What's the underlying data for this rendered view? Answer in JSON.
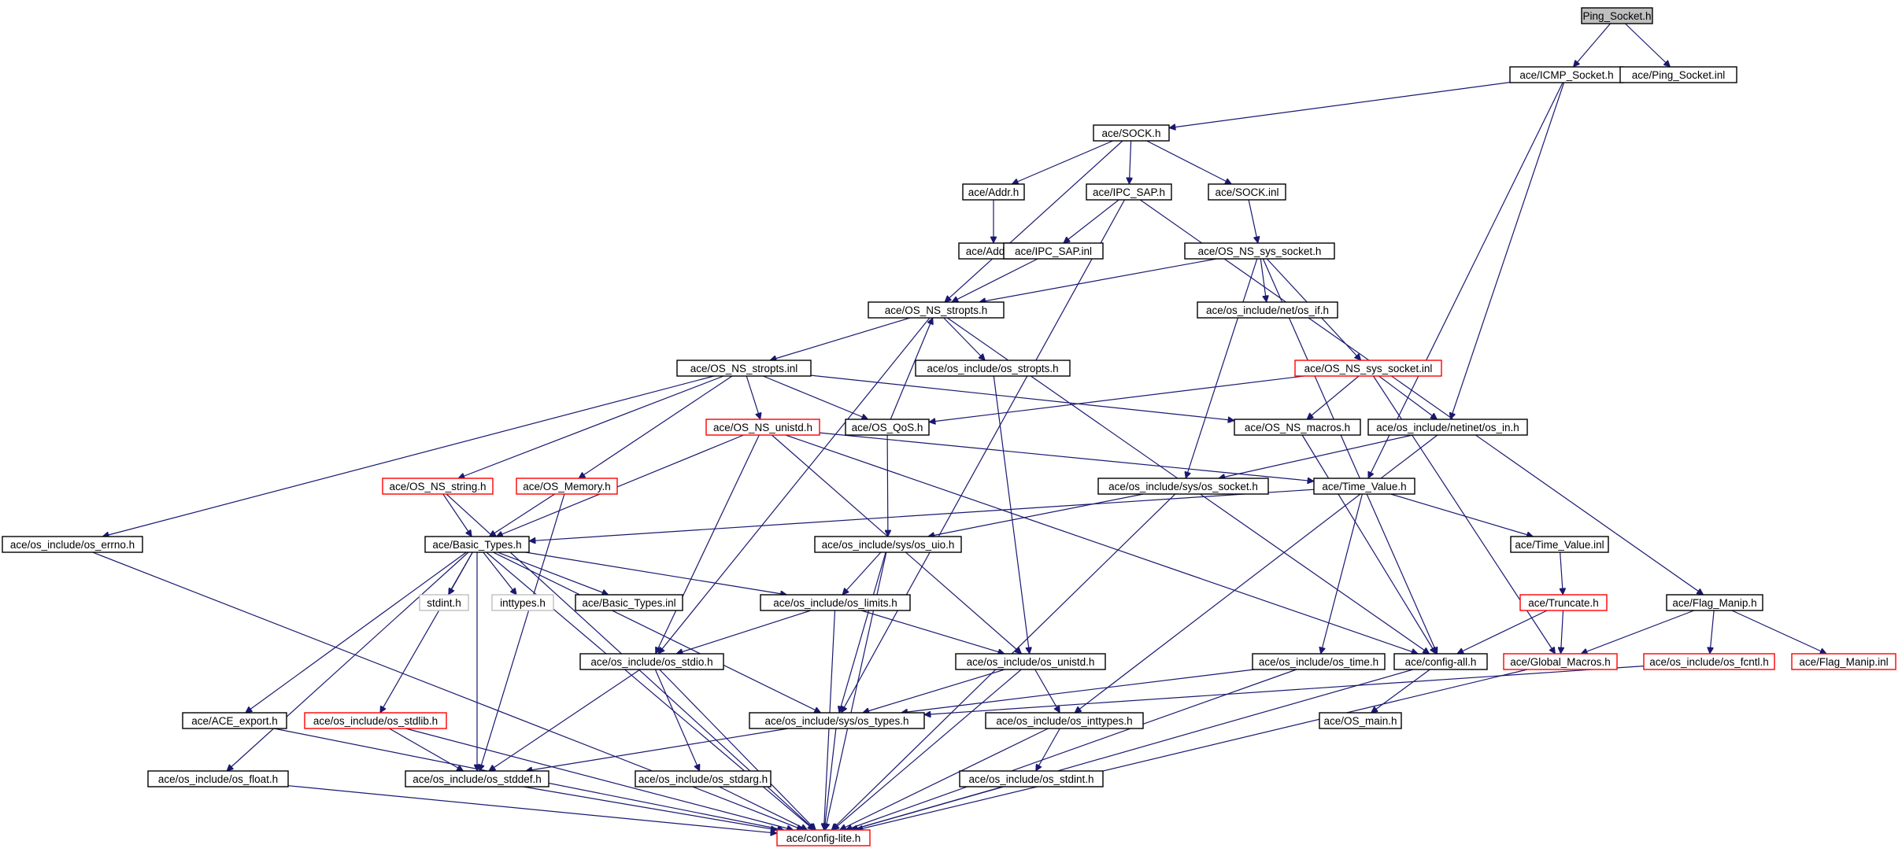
{
  "diagram": {
    "nodes": [
      {
        "id": "ping_h",
        "label": "Ping_Socket.h",
        "style": "root"
      },
      {
        "id": "icmp_h",
        "label": "ace/ICMP_Socket.h",
        "style": "normal"
      },
      {
        "id": "ping_inl",
        "label": "ace/Ping_Socket.inl",
        "style": "normal"
      },
      {
        "id": "sock_h",
        "label": "ace/SOCK.h",
        "style": "normal"
      },
      {
        "id": "addr_h",
        "label": "ace/Addr.h",
        "style": "normal"
      },
      {
        "id": "ipc_h",
        "label": "ace/IPC_SAP.h",
        "style": "normal"
      },
      {
        "id": "sock_inl",
        "label": "ace/SOCK.inl",
        "style": "normal"
      },
      {
        "id": "addr_inl",
        "label": "ace/Addr.inl",
        "style": "normal"
      },
      {
        "id": "ipc_inl",
        "label": "ace/IPC_SAP.inl",
        "style": "normal"
      },
      {
        "id": "nssock_h",
        "label": "ace/OS_NS_sys_socket.h",
        "style": "normal"
      },
      {
        "id": "stropts_h",
        "label": "ace/OS_NS_stropts.h",
        "style": "normal"
      },
      {
        "id": "netif_h",
        "label": "ace/os_include/net/os_if.h",
        "style": "normal"
      },
      {
        "id": "stropts_inl",
        "label": "ace/OS_NS_stropts.inl",
        "style": "normal"
      },
      {
        "id": "osstropts_h",
        "label": "ace/os_include/os_stropts.h",
        "style": "normal"
      },
      {
        "id": "nssock_inl",
        "label": "ace/OS_NS_sys_socket.inl",
        "style": "red"
      },
      {
        "id": "unistd_h",
        "label": "ace/OS_NS_unistd.h",
        "style": "red"
      },
      {
        "id": "qos_h",
        "label": "ace/OS_QoS.h",
        "style": "normal"
      },
      {
        "id": "macros_h",
        "label": "ace/OS_NS_macros.h",
        "style": "normal"
      },
      {
        "id": "netin_h",
        "label": "ace/os_include/netinet/os_in.h",
        "style": "normal"
      },
      {
        "id": "string_h",
        "label": "ace/OS_NS_string.h",
        "style": "red"
      },
      {
        "id": "memory_h",
        "label": "ace/OS_Memory.h",
        "style": "red"
      },
      {
        "id": "syssock_h",
        "label": "ace/os_include/sys/os_socket.h",
        "style": "normal"
      },
      {
        "id": "tv_h",
        "label": "ace/Time_Value.h",
        "style": "normal"
      },
      {
        "id": "errno_h",
        "label": "ace/os_include/os_errno.h",
        "style": "normal"
      },
      {
        "id": "bt_h",
        "label": "ace/Basic_Types.h",
        "style": "normal"
      },
      {
        "id": "uio_h",
        "label": "ace/os_include/sys/os_uio.h",
        "style": "normal"
      },
      {
        "id": "tv_inl",
        "label": "ace/Time_Value.inl",
        "style": "normal"
      },
      {
        "id": "stdint_plain",
        "label": "stdint.h",
        "style": "gray"
      },
      {
        "id": "inttypes_plain",
        "label": "inttypes.h",
        "style": "gray"
      },
      {
        "id": "bt_inl",
        "label": "ace/Basic_Types.inl",
        "style": "normal"
      },
      {
        "id": "limits_h",
        "label": "ace/os_include/os_limits.h",
        "style": "normal"
      },
      {
        "id": "trunc_h",
        "label": "ace/Truncate.h",
        "style": "red"
      },
      {
        "id": "flag_h",
        "label": "ace/Flag_Manip.h",
        "style": "normal"
      },
      {
        "id": "stdio_h",
        "label": "ace/os_include/os_stdio.h",
        "style": "normal"
      },
      {
        "id": "osunistd_h",
        "label": "ace/os_include/os_unistd.h",
        "style": "normal"
      },
      {
        "id": "time_h",
        "label": "ace/os_include/os_time.h",
        "style": "normal"
      },
      {
        "id": "cfgall_h",
        "label": "ace/config-all.h",
        "style": "normal"
      },
      {
        "id": "gm_h",
        "label": "ace/Global_Macros.h",
        "style": "red"
      },
      {
        "id": "fcntl_h",
        "label": "ace/os_include/os_fcntl.h",
        "style": "red"
      },
      {
        "id": "flag_inl",
        "label": "ace/Flag_Manip.inl",
        "style": "red"
      },
      {
        "id": "export_h",
        "label": "ace/ACE_export.h",
        "style": "normal"
      },
      {
        "id": "stdlib_h",
        "label": "ace/os_include/os_stdlib.h",
        "style": "red"
      },
      {
        "id": "types_h",
        "label": "ace/os_include/sys/os_types.h",
        "style": "normal"
      },
      {
        "id": "inttypes_h",
        "label": "ace/os_include/os_inttypes.h",
        "style": "normal"
      },
      {
        "id": "main_h",
        "label": "ace/OS_main.h",
        "style": "normal"
      },
      {
        "id": "float_h",
        "label": "ace/os_include/os_float.h",
        "style": "normal"
      },
      {
        "id": "stddef_h",
        "label": "ace/os_include/os_stddef.h",
        "style": "normal"
      },
      {
        "id": "stdarg_h",
        "label": "ace/os_include/os_stdarg.h",
        "style": "normal"
      },
      {
        "id": "osstdint_h",
        "label": "ace/os_include/os_stdint.h",
        "style": "normal"
      },
      {
        "id": "cfglite_h",
        "label": "ace/config-lite.h",
        "style": "red"
      }
    ],
    "edges": [
      [
        "ping_h",
        "icmp_h"
      ],
      [
        "ping_h",
        "ping_inl"
      ],
      [
        "icmp_h",
        "sock_h"
      ],
      [
        "icmp_h",
        "netin_h"
      ],
      [
        "icmp_h",
        "tv_h"
      ],
      [
        "sock_h",
        "addr_h"
      ],
      [
        "sock_h",
        "ipc_h"
      ],
      [
        "sock_h",
        "sock_inl"
      ],
      [
        "sock_h",
        "stropts_h"
      ],
      [
        "addr_h",
        "addr_inl"
      ],
      [
        "ipc_h",
        "ipc_inl"
      ],
      [
        "ipc_h",
        "flag_h"
      ],
      [
        "ipc_h",
        "types_h"
      ],
      [
        "ipc_inl",
        "stropts_h"
      ],
      [
        "sock_inl",
        "nssock_h"
      ],
      [
        "nssock_h",
        "stropts_h"
      ],
      [
        "nssock_h",
        "netif_h"
      ],
      [
        "nssock_h",
        "nssock_inl"
      ],
      [
        "nssock_h",
        "syssock_h"
      ],
      [
        "nssock_h",
        "cfgall_h"
      ],
      [
        "stropts_h",
        "stropts_inl"
      ],
      [
        "stropts_h",
        "osstropts_h"
      ],
      [
        "stropts_h",
        "stdio_h"
      ],
      [
        "stropts_h",
        "cfgall_h"
      ],
      [
        "stropts_inl",
        "errno_h"
      ],
      [
        "stropts_inl",
        "string_h"
      ],
      [
        "stropts_inl",
        "memory_h"
      ],
      [
        "stropts_inl",
        "unistd_h"
      ],
      [
        "stropts_inl",
        "qos_h"
      ],
      [
        "stropts_inl",
        "macros_h"
      ],
      [
        "osstropts_h",
        "osunistd_h"
      ],
      [
        "nssock_inl",
        "qos_h"
      ],
      [
        "nssock_inl",
        "macros_h"
      ],
      [
        "nssock_inl",
        "netin_h"
      ],
      [
        "nssock_inl",
        "gm_h"
      ],
      [
        "qos_h",
        "stropts_h"
      ],
      [
        "qos_h",
        "uio_h"
      ],
      [
        "unistd_h",
        "bt_h"
      ],
      [
        "unistd_h",
        "tv_h"
      ],
      [
        "unistd_h",
        "stdio_h"
      ],
      [
        "unistd_h",
        "osunistd_h"
      ],
      [
        "unistd_h",
        "cfgall_h"
      ],
      [
        "macros_h",
        "cfgall_h"
      ],
      [
        "netin_h",
        "syssock_h"
      ],
      [
        "netin_h",
        "inttypes_h"
      ],
      [
        "string_h",
        "bt_h"
      ],
      [
        "string_h",
        "cfglite_h"
      ],
      [
        "memory_h",
        "bt_h"
      ],
      [
        "memory_h",
        "stddef_h"
      ],
      [
        "syssock_h",
        "uio_h"
      ],
      [
        "syssock_h",
        "cfglite_h"
      ],
      [
        "tv_h",
        "bt_h"
      ],
      [
        "tv_h",
        "tv_inl"
      ],
      [
        "tv_h",
        "time_h"
      ],
      [
        "tv_inl",
        "trunc_h"
      ],
      [
        "errno_h",
        "cfglite_h"
      ],
      [
        "bt_h",
        "stdint_plain"
      ],
      [
        "bt_h",
        "inttypes_plain"
      ],
      [
        "bt_h",
        "bt_inl"
      ],
      [
        "bt_h",
        "limits_h"
      ],
      [
        "bt_h",
        "types_h"
      ],
      [
        "bt_h",
        "export_h"
      ],
      [
        "bt_h",
        "stdlib_h"
      ],
      [
        "bt_h",
        "float_h"
      ],
      [
        "bt_h",
        "stddef_h"
      ],
      [
        "bt_h",
        "cfglite_h"
      ],
      [
        "uio_h",
        "limits_h"
      ],
      [
        "uio_h",
        "types_h"
      ],
      [
        "uio_h",
        "cfglite_h"
      ],
      [
        "limits_h",
        "stdio_h"
      ],
      [
        "limits_h",
        "osunistd_h"
      ],
      [
        "limits_h",
        "cfglite_h"
      ],
      [
        "trunc_h",
        "cfgall_h"
      ],
      [
        "trunc_h",
        "gm_h"
      ],
      [
        "flag_h",
        "gm_h"
      ],
      [
        "flag_h",
        "fcntl_h"
      ],
      [
        "flag_h",
        "flag_inl"
      ],
      [
        "stdio_h",
        "stddef_h"
      ],
      [
        "stdio_h",
        "stdarg_h"
      ],
      [
        "stdio_h",
        "cfglite_h"
      ],
      [
        "osunistd_h",
        "types_h"
      ],
      [
        "osunistd_h",
        "inttypes_h"
      ],
      [
        "osunistd_h",
        "cfglite_h"
      ],
      [
        "time_h",
        "types_h"
      ],
      [
        "time_h",
        "cfglite_h"
      ],
      [
        "cfgall_h",
        "main_h"
      ],
      [
        "cfgall_h",
        "cfglite_h"
      ],
      [
        "gm_h",
        "cfglite_h"
      ],
      [
        "fcntl_h",
        "types_h"
      ],
      [
        "export_h",
        "cfglite_h"
      ],
      [
        "stdlib_h",
        "stddef_h"
      ],
      [
        "stdlib_h",
        "cfglite_h"
      ],
      [
        "types_h",
        "stddef_h"
      ],
      [
        "types_h",
        "cfglite_h"
      ],
      [
        "inttypes_h",
        "osstdint_h"
      ],
      [
        "inttypes_h",
        "cfglite_h"
      ],
      [
        "float_h",
        "cfglite_h"
      ],
      [
        "stddef_h",
        "cfglite_h"
      ],
      [
        "stdarg_h",
        "cfglite_h"
      ],
      [
        "osstdint_h",
        "cfglite_h"
      ]
    ]
  }
}
